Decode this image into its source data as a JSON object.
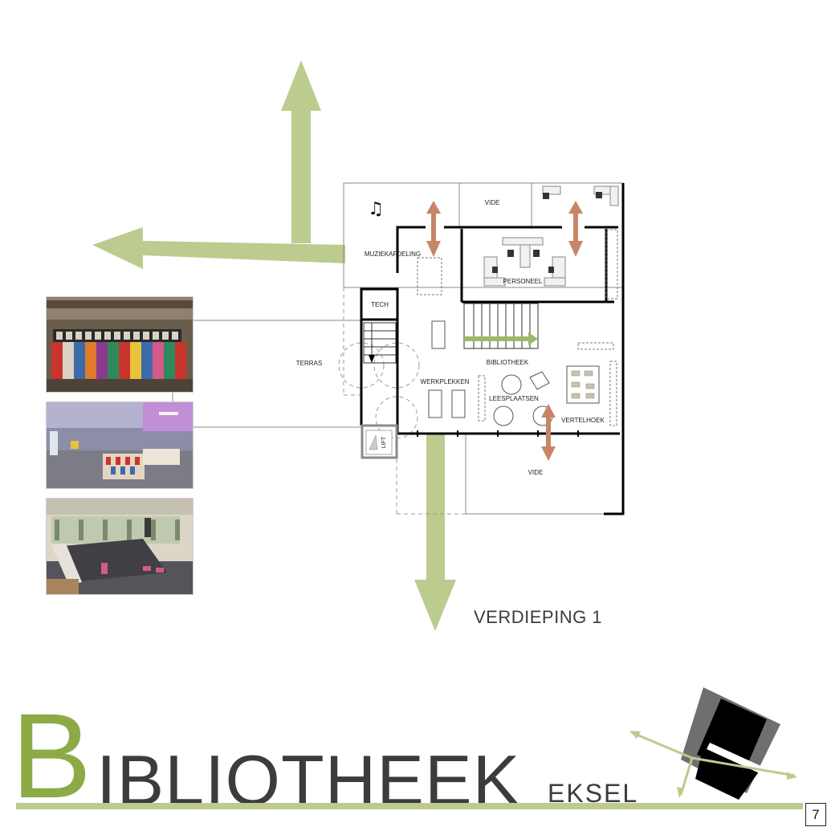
{
  "plan": {
    "rooms": {
      "muziek": "MUZIEKAFDELING",
      "vide_top": "VIDE",
      "personeel": "PERSONEEL",
      "tech": "TECH",
      "terras": "TERRAS",
      "bibliotheek": "BIBLIOTHEEK",
      "werkplekken": "WERKPLEKKEN",
      "leesplaatsen": "LEESPLAATSEN",
      "vertelhoek": "VERTELHOEK",
      "vide_bottom": "VIDE",
      "lift": "LIFT"
    },
    "music_symbol": "♫"
  },
  "floor_label": "VERDIEPING 1",
  "title": {
    "first_letter": "B",
    "rest": "IBLIOTHEEK",
    "subtitle": "EKSEL"
  },
  "page_number": "7",
  "colors": {
    "green": "#bccb8e",
    "dark_green": "#8cab46",
    "brown": "#c78568",
    "wall": "#000000"
  }
}
